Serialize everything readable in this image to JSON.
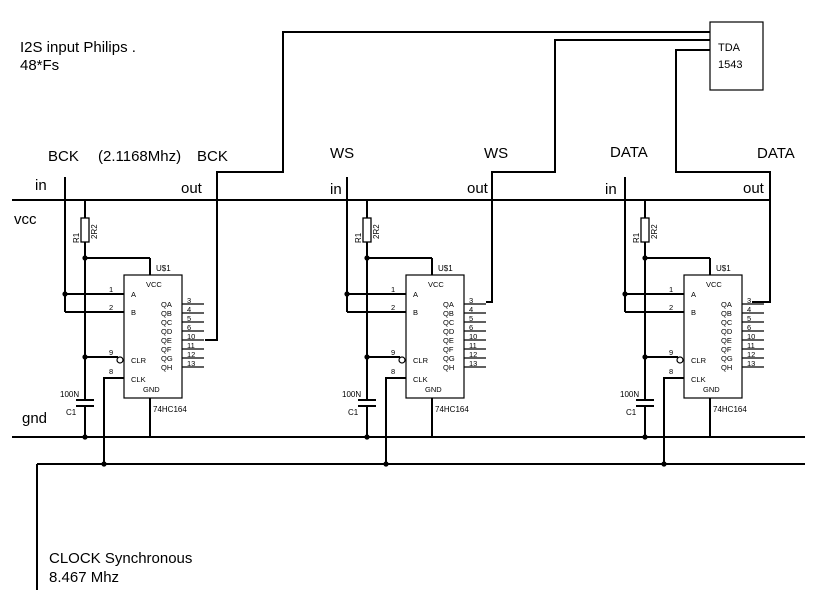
{
  "title_line1": "I2S  input Philips .",
  "title_line2": "48*Fs",
  "tda": {
    "line1": "TDA",
    "line2": "1543"
  },
  "rails": {
    "vcc": "vcc",
    "gnd": "gnd",
    "in": "in",
    "out": "out"
  },
  "channel_labels": {
    "bck_in": "BCK",
    "bck_freq": "(2.1168Mhz)",
    "bck_out": "BCK",
    "ws_in": "WS",
    "ws_out": "WS",
    "data_in": "DATA",
    "data_out": "DATA"
  },
  "clock": {
    "line1": "CLOCK Synchronous",
    "line2": "8.467 Mhz"
  },
  "parts": {
    "chip_ref": "U$1",
    "chip_name": "74HC164",
    "r1": "R1",
    "r_value": "2R2",
    "c1": "C1",
    "c_value": "100N"
  },
  "chip_pins_left": [
    {
      "num": "1",
      "label": "A"
    },
    {
      "num": "2",
      "label": "B"
    },
    {
      "num": "9",
      "label": "CLR"
    },
    {
      "num": "8",
      "label": "CLK"
    }
  ],
  "chip_pins_top": {
    "vcc": "VCC",
    "gnd": "GND"
  },
  "chip_outputs": [
    {
      "label": "QA",
      "num": "3"
    },
    {
      "label": "QB",
      "num": "4"
    },
    {
      "label": "QC",
      "num": "5"
    },
    {
      "label": "QD",
      "num": "6"
    },
    {
      "label": "QE",
      "num": "10"
    },
    {
      "label": "QF",
      "num": "11"
    },
    {
      "label": "QG",
      "num": "12"
    },
    {
      "label": "QH",
      "num": "13"
    }
  ]
}
